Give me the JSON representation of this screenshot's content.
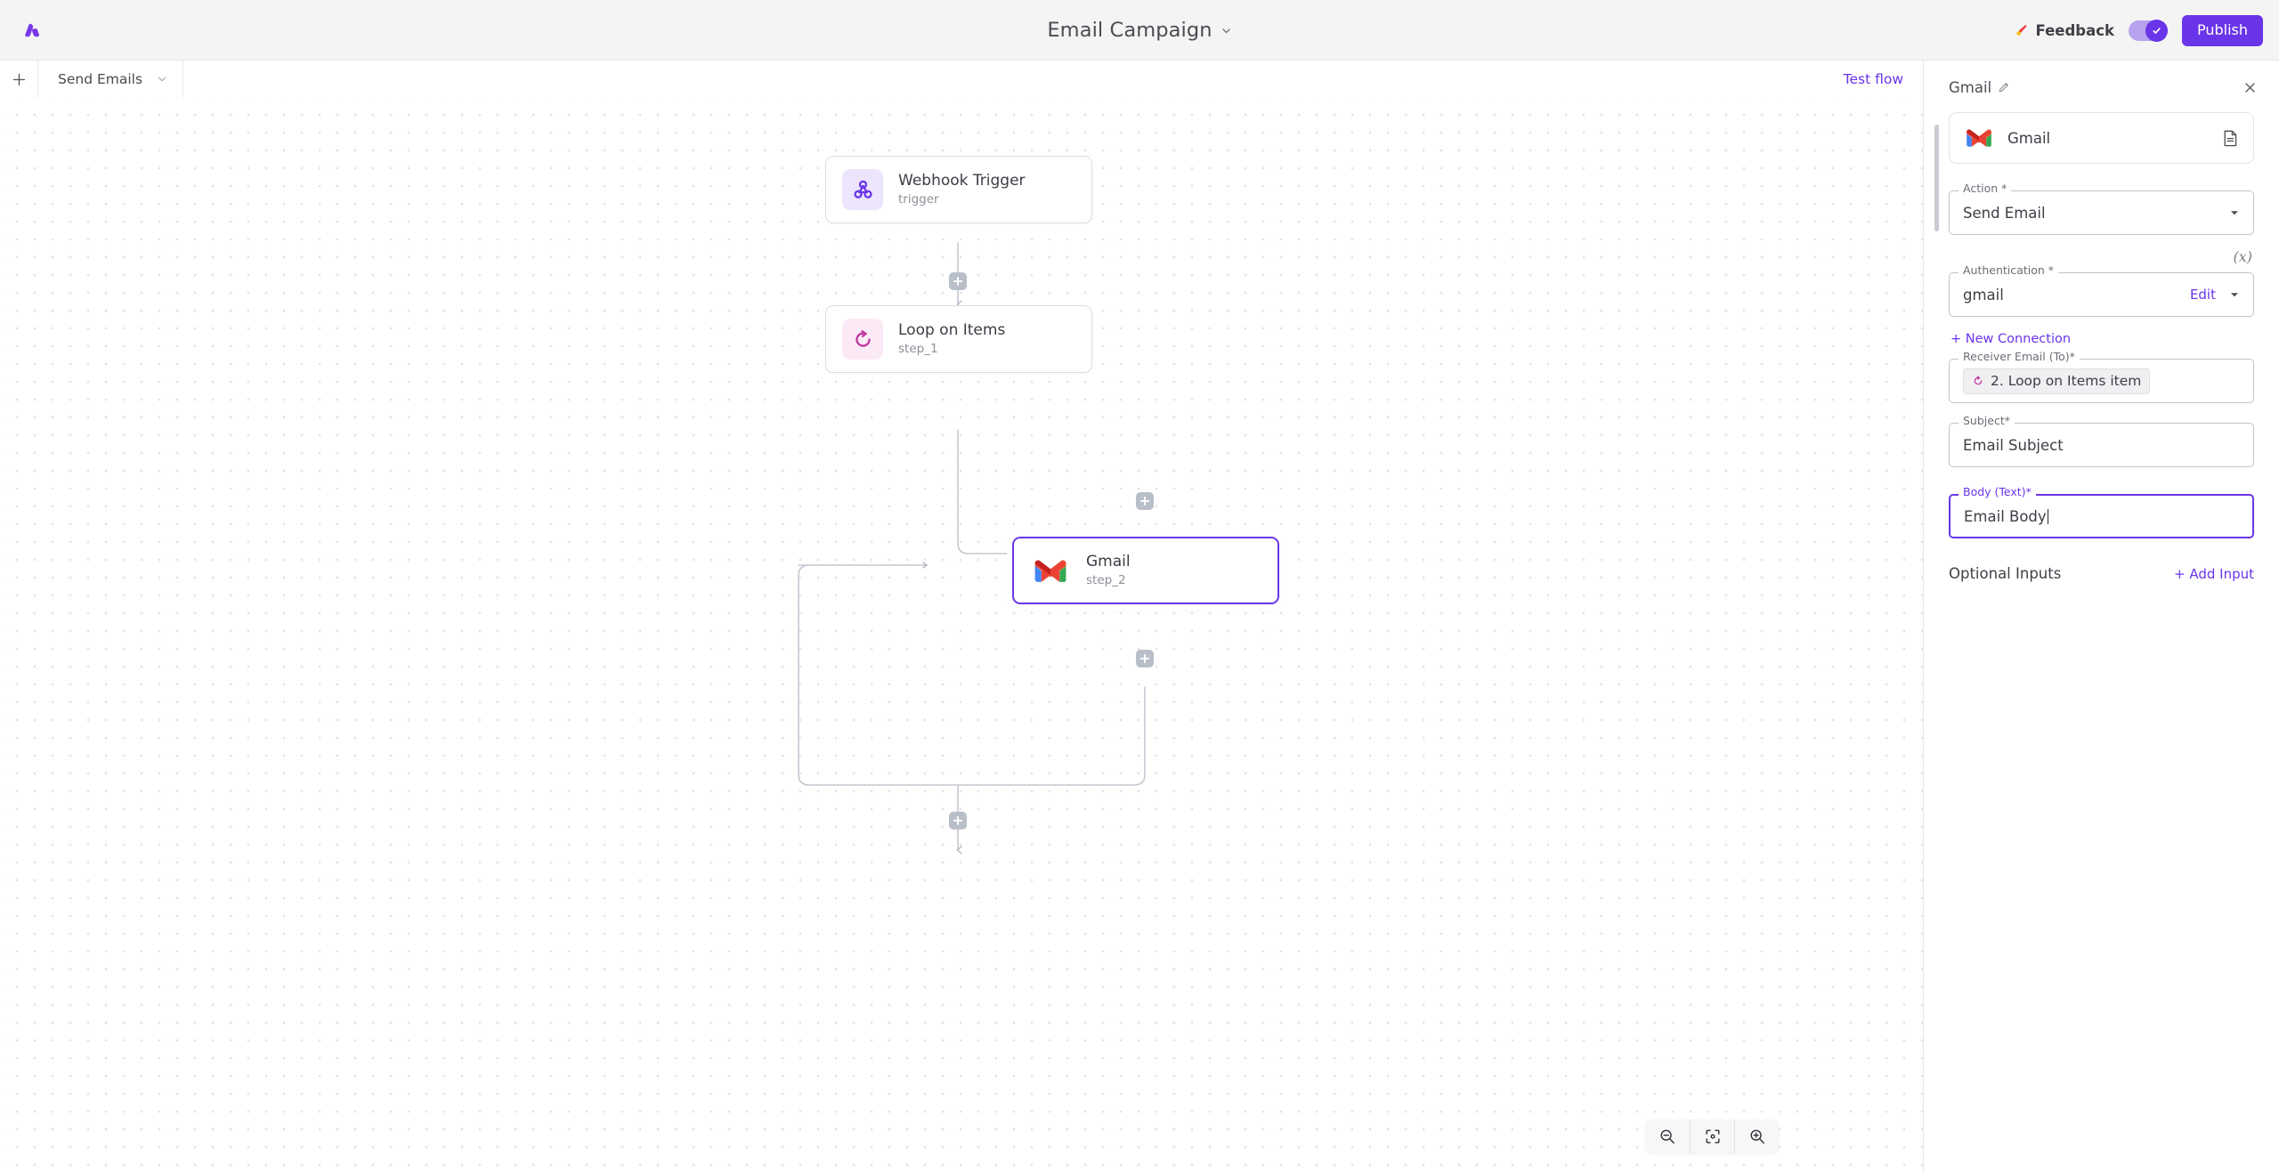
{
  "topbar": {
    "logo_name": "activepieces-logo",
    "title": "Email Campaign",
    "title_caret_icon": "chevron-down-icon",
    "feedback_label": "Feedback",
    "feedback_icon": "megaphone-icon",
    "toggle_state": "on",
    "toggle_check_icon": "check-icon",
    "publish_label": "Publish",
    "accent_color": "#6a35e8"
  },
  "subbar": {
    "add_tab_icon": "plus-icon",
    "tab_label": "Send Emails",
    "tab_caret_icon": "chevron-down-icon",
    "test_flow_label": "Test flow"
  },
  "canvas": {
    "nodes": [
      {
        "id": "trigger",
        "title": "Webhook Trigger",
        "subtitle": "trigger",
        "icon": "webhook-icon",
        "icon_color": "#6a35e8",
        "icon_bg": "#ece5fd",
        "selected": false
      },
      {
        "id": "step_1",
        "title": "Loop on Items",
        "subtitle": "step_1",
        "icon": "loop-icon",
        "icon_color": "#c0389f",
        "icon_bg": "#fbeaf6",
        "selected": false
      },
      {
        "id": "step_2",
        "title": "Gmail",
        "subtitle": "step_2",
        "icon": "gmail-icon",
        "icon_color": "#ea4335",
        "icon_bg": "transparent",
        "selected": true
      }
    ],
    "add_step_icon": "plus-icon",
    "add_step_count": 4,
    "zoom_toolbar": {
      "zoom_out_icon": "zoom-out-icon",
      "fit_icon": "fit-to-screen-icon",
      "zoom_in_icon": "zoom-in-icon"
    }
  },
  "panel": {
    "title": "Gmail",
    "edit_title_icon": "pencil-icon",
    "close_icon": "close-icon",
    "app_card": {
      "name": "Gmail",
      "app_icon": "gmail-icon",
      "docs_icon": "document-icon"
    },
    "action_field": {
      "label": "Action *",
      "value": "Send Email",
      "caret_icon": "chevron-down-icon"
    },
    "auth_field": {
      "label": "Authentication *",
      "value": "gmail",
      "edit_label": "Edit",
      "caret_icon": "chevron-down-icon",
      "variable_badge": "(x)"
    },
    "new_connection_label": "+ New Connection",
    "receiver_field": {
      "label": "Receiver Email (To)*",
      "chip_text": "2. Loop on Items item",
      "chip_icon": "loop-icon"
    },
    "subject_field": {
      "label": "Subject*",
      "value": "Email Subject"
    },
    "body_field": {
      "label": "Body (Text)*",
      "value": "Email Body",
      "focused": true
    },
    "optional_inputs_label": "Optional Inputs",
    "add_input_label": "+ Add Input"
  }
}
